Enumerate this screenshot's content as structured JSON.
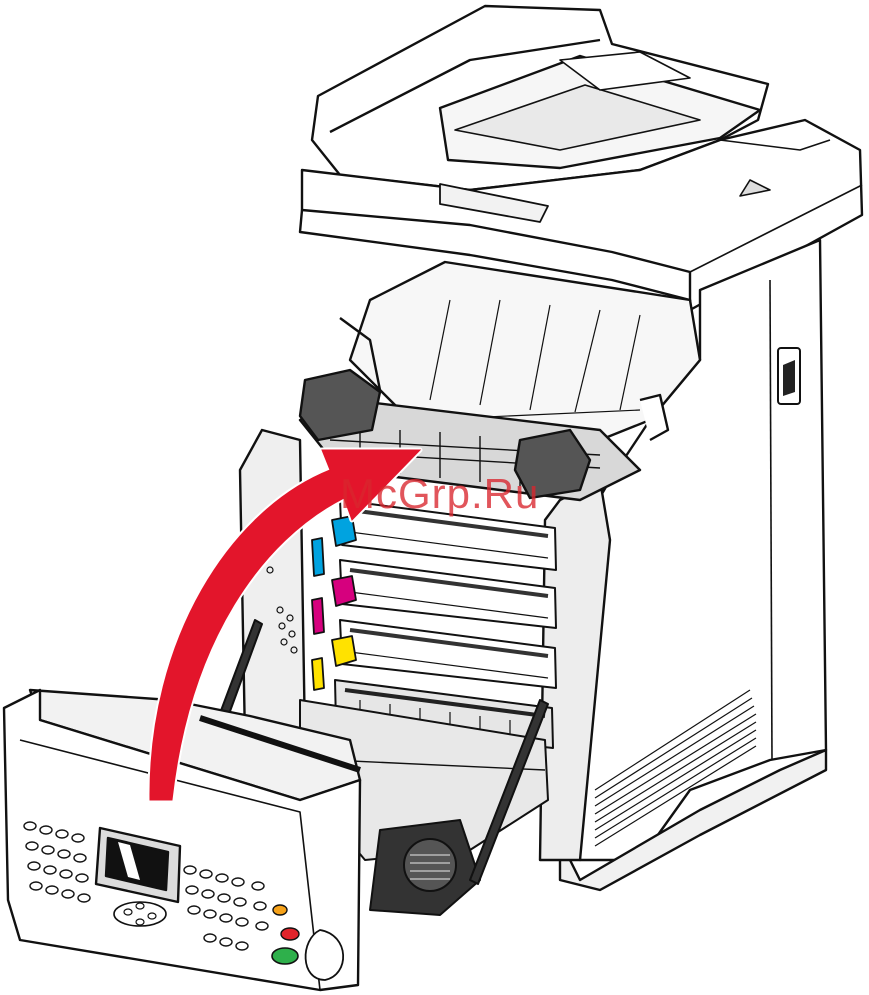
{
  "watermark": {
    "text": "McGrp.Ru",
    "color": "#d9262e"
  },
  "figure": {
    "subject": "printer-front-door-open",
    "arrow_color": "#e3152b",
    "arrow_direction": "close-door-up",
    "toner_colors": {
      "cyan": "#00a3e0",
      "magenta": "#d6007e",
      "yellow": "#ffe200",
      "black": "#1a1a1a"
    },
    "panel_buttons": {
      "orange": "#f6a21a",
      "red": "#e2242b",
      "green": "#2eb04b"
    }
  }
}
